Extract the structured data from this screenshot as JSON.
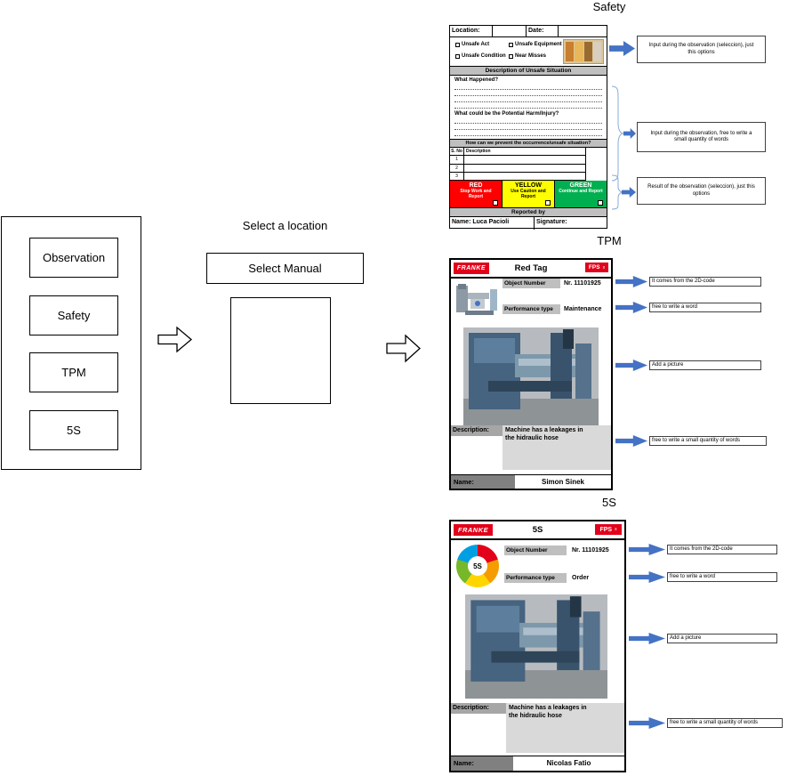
{
  "left_panel": {
    "items": [
      {
        "label": "Observation"
      },
      {
        "label": "Safety"
      },
      {
        "label": "TPM"
      },
      {
        "label": "5S"
      }
    ]
  },
  "middle": {
    "title": "Select a location",
    "button_label": "Select Manual"
  },
  "colors": {
    "arrow_blue": "#4472c4",
    "brand_red": "#e2001a",
    "header_gray": "#bfbfbf",
    "panel_gray": "#d9d9d9",
    "name_gray": "#808080"
  },
  "safety": {
    "section_title": "Safety",
    "form": {
      "location_label": "Location:",
      "date_label": "Date:",
      "checkboxes": [
        {
          "label": "Unsafe Act"
        },
        {
          "label": "Unsafe Condition"
        },
        {
          "label": "Unsafe Equipment"
        },
        {
          "label": "Near Misses"
        }
      ],
      "description_header": "Description of Unsafe Situation",
      "question1": "What Happened?",
      "question2": "What could be the Potential Harm/Injury?",
      "prevent_header": "How can we prevent the occurrence/unsafe situation?",
      "table": {
        "col_no": "S. No",
        "col_description": "Description",
        "row_numbers": [
          "1",
          "2",
          "3"
        ]
      },
      "severity_options": [
        {
          "label": "RED",
          "description": "Stop Work and Report",
          "color": "#ff0000",
          "text_color": "#ffffff"
        },
        {
          "label": "YELLOW",
          "description": "Use Caution and Report",
          "color": "#ffff00",
          "text_color": "#000000"
        },
        {
          "label": "GREEN",
          "description": "Continue and Report",
          "color": "#00b050",
          "text_color": "#ffffff"
        }
      ],
      "reported_by": "Reported by",
      "name": "Name: Luca Pacioli",
      "signature": "Signature:"
    },
    "annotations": [
      {
        "text": "Input during the observation (seleccion), just this options"
      },
      {
        "text": "Input during the observation, free to write a small quantity of words"
      },
      {
        "text": "Result of the observation (seleccion), just this options"
      }
    ]
  },
  "tpm": {
    "section_title": "TPM",
    "brand": "FRANKE",
    "card_title": "Red Tag",
    "badge": "FPS",
    "badge_close": "x",
    "object_number_label": "Object Number",
    "object_number_value": "Nr. 11101925",
    "performance_label": "Performance type",
    "performance_value": "Maintenance",
    "description_label": "Description:",
    "description_value": "Machine has a leakages in  the hidraulic hose",
    "name_label": "Name:",
    "name_value": "Simon Sinek",
    "annotations": [
      {
        "text": "It comes from the 2D-code"
      },
      {
        "text": "free to write a word"
      },
      {
        "text": "Add a picture"
      },
      {
        "text": "free to write a small quantity of words"
      }
    ]
  },
  "s5": {
    "section_title": "5S",
    "brand": "FRANKE",
    "card_title": "5S",
    "badge": "FPS",
    "badge_close": "x",
    "wheel_center": "5S",
    "object_number_label": "Object Number",
    "object_number_value": "Nr. 11101925",
    "performance_label": "Performance type",
    "performance_value": "Order",
    "description_label": "Description:",
    "description_value": "Machine has a leakages in  the hidraulic hose",
    "name_label": "Name:",
    "name_value": "Nicolas Fatio",
    "annotations": [
      {
        "text": "It comes from the 2D-code"
      },
      {
        "text": "free to write a word"
      },
      {
        "text": "Add a picture"
      },
      {
        "text": "free to write a small quantity of words"
      }
    ]
  }
}
